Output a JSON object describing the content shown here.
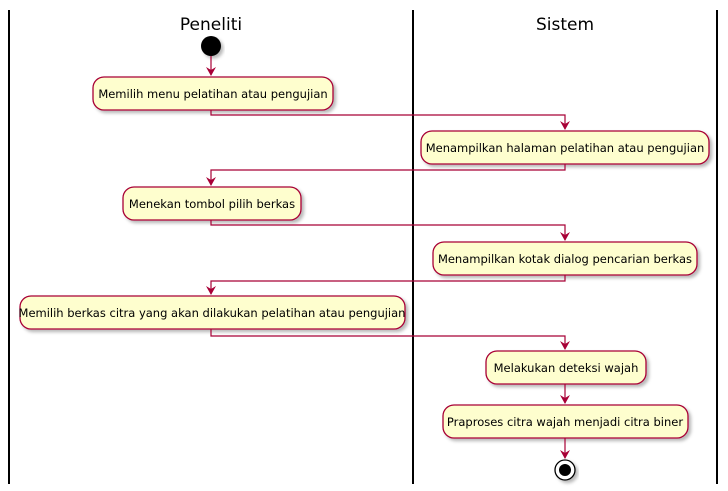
{
  "swimlanes": [
    {
      "title": "Peneliti"
    },
    {
      "title": "Sistem"
    }
  ],
  "activities": [
    {
      "text": "Memilih menu pelatihan atau pengujian"
    },
    {
      "text": "Menampilkan halaman pelatihan atau pengujian"
    },
    {
      "text": "Menekan tombol pilih berkas"
    },
    {
      "text": "Menampilkan kotak dialog pencarian berkas"
    },
    {
      "text": "Memilih berkas citra yang akan dilakukan pelatihan atau pengujian"
    },
    {
      "text": "Melakukan deteksi wajah"
    },
    {
      "text": "Praproses citra wajah menjadi citra biner"
    }
  ],
  "colors": {
    "activity_fill": "#FEFECE",
    "arrow": "#A80036",
    "node": "#000000"
  }
}
